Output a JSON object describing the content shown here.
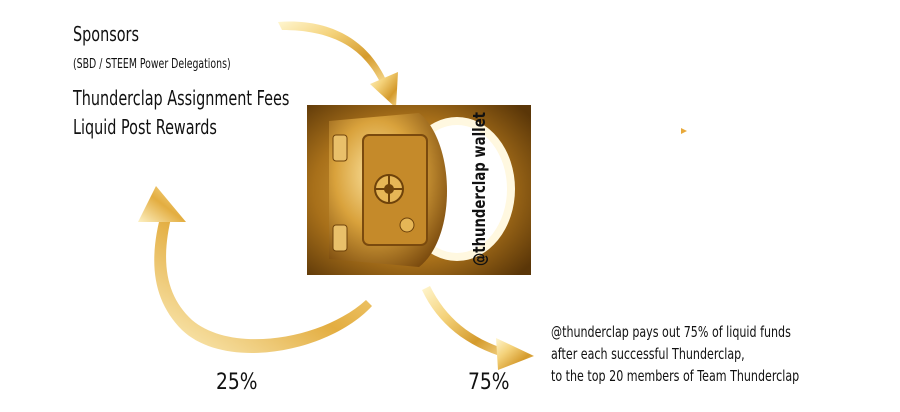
{
  "sources": {
    "sponsors": "Sponsors",
    "delegations": "(SBD / STEEM Power Delegations)",
    "fees": "Thunderclap Assignment Fees",
    "rewards": "Liquid Post Rewards"
  },
  "vault": {
    "label": "@thunderclap wallet"
  },
  "split": {
    "left_percent": "25%",
    "right_percent": "75%"
  },
  "payout": {
    "line1": "@thunderclap pays out 75% of liquid funds",
    "line2": "after each successful Thunderclap,",
    "line3": "to the top 20 members of Team Thunderclap"
  },
  "colors": {
    "gold_light": "#fbe9a6",
    "gold": "#e2b449",
    "gold_dark": "#8a5b12"
  }
}
